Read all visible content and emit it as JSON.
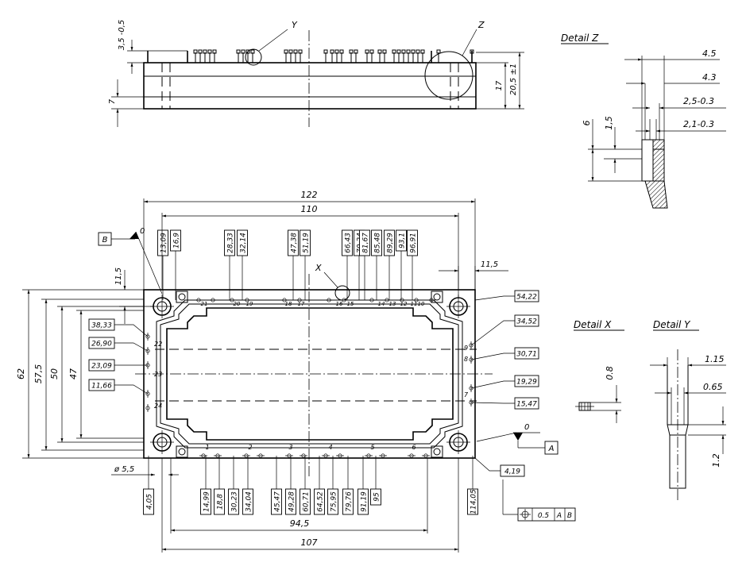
{
  "detail_titles": {
    "z": "Detail Z",
    "x": "Detail X",
    "y": "Detail Y"
  },
  "callouts": {
    "x": "X",
    "y": "Y",
    "z": "Z"
  },
  "datums": {
    "a": "A",
    "b": "B",
    "a_zero": "0",
    "b_zero": "0"
  },
  "side_dims": {
    "pin_height": "3,5 -0,5",
    "base": "7",
    "body": "17",
    "total": "20,5 ±1"
  },
  "detail_z_dims": [
    "4.5",
    "4.3",
    "2,5-0.3",
    "2,1-0.3",
    "6",
    "1,5"
  ],
  "detail_x_dims": [
    "0.8"
  ],
  "detail_y_dims": [
    "1.15",
    "0.65",
    "1.2"
  ],
  "plan_dims": {
    "width_122": "122",
    "width_110": "110",
    "width_94_5": "94,5",
    "width_107": "107",
    "height_62": "62",
    "height_57_5": "57,5",
    "height_50": "50",
    "height_47": "47",
    "left_11_5": "11,5",
    "right_11_5": "11,5",
    "hole": "ø 5,5"
  },
  "top_boxed": [
    "13,09",
    "16,9",
    "28,33",
    "32,14",
    "47,38",
    "51,19",
    "66,43",
    "70,24",
    "81,67",
    "85,48",
    "89,29",
    "93,1",
    "96,91"
  ],
  "bottom_boxed": [
    "4,05",
    "14,99",
    "18,8",
    "30,23",
    "34,04",
    "45,47",
    "49,28",
    "60,71",
    "64,52",
    "75,95",
    "79,76",
    "91,19",
    "95",
    "114,05"
  ],
  "left_boxed": [
    "38,33",
    "26,90",
    "23,09",
    "11,66"
  ],
  "right_boxed": [
    "54,22",
    "34,52",
    "30,71",
    "19,29",
    "15,47",
    "4,19"
  ],
  "pin_numbers": {
    "top": [
      "21",
      "20",
      "19",
      "18",
      "17",
      "16",
      "15",
      "14",
      "13",
      "12",
      "11",
      "10"
    ],
    "bottom": [
      "1",
      "2",
      "3",
      "4",
      "5",
      "6"
    ],
    "left": [
      "22",
      "23",
      "24"
    ],
    "right": [
      "9",
      "8",
      "7"
    ]
  },
  "tolerance": {
    "value": "0.5",
    "ref_a": "A",
    "ref_b": "B"
  }
}
